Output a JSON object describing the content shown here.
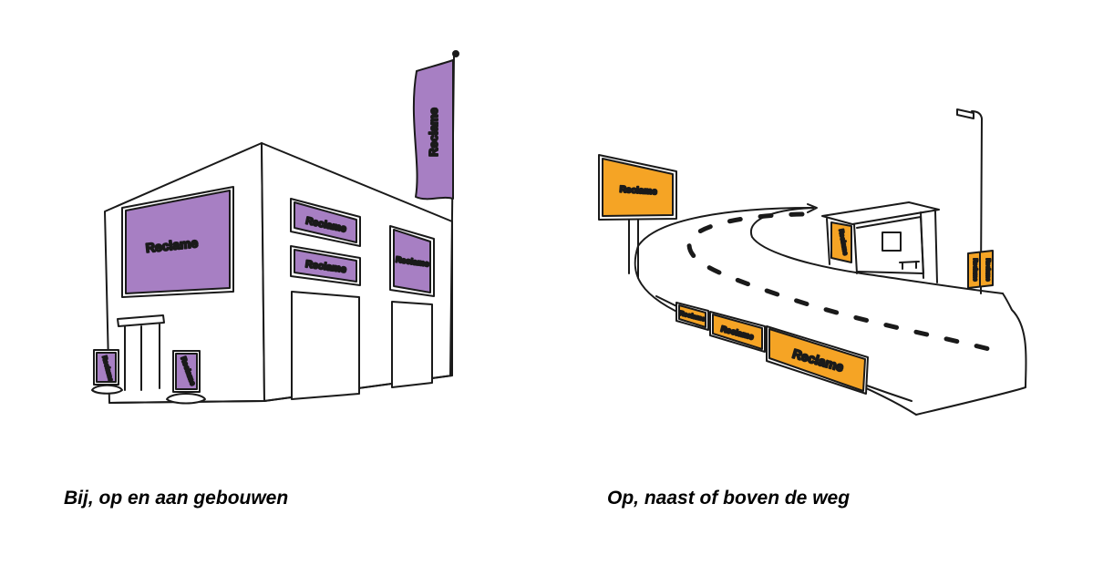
{
  "colors": {
    "purple": "#a77fc3",
    "orange": "#f5a425",
    "ink": "#1a1a1a"
  },
  "sign_label": "Reclame",
  "captions": {
    "left": "Bij, op en aan gebouwen",
    "right": "Op, naast of boven de weg"
  }
}
